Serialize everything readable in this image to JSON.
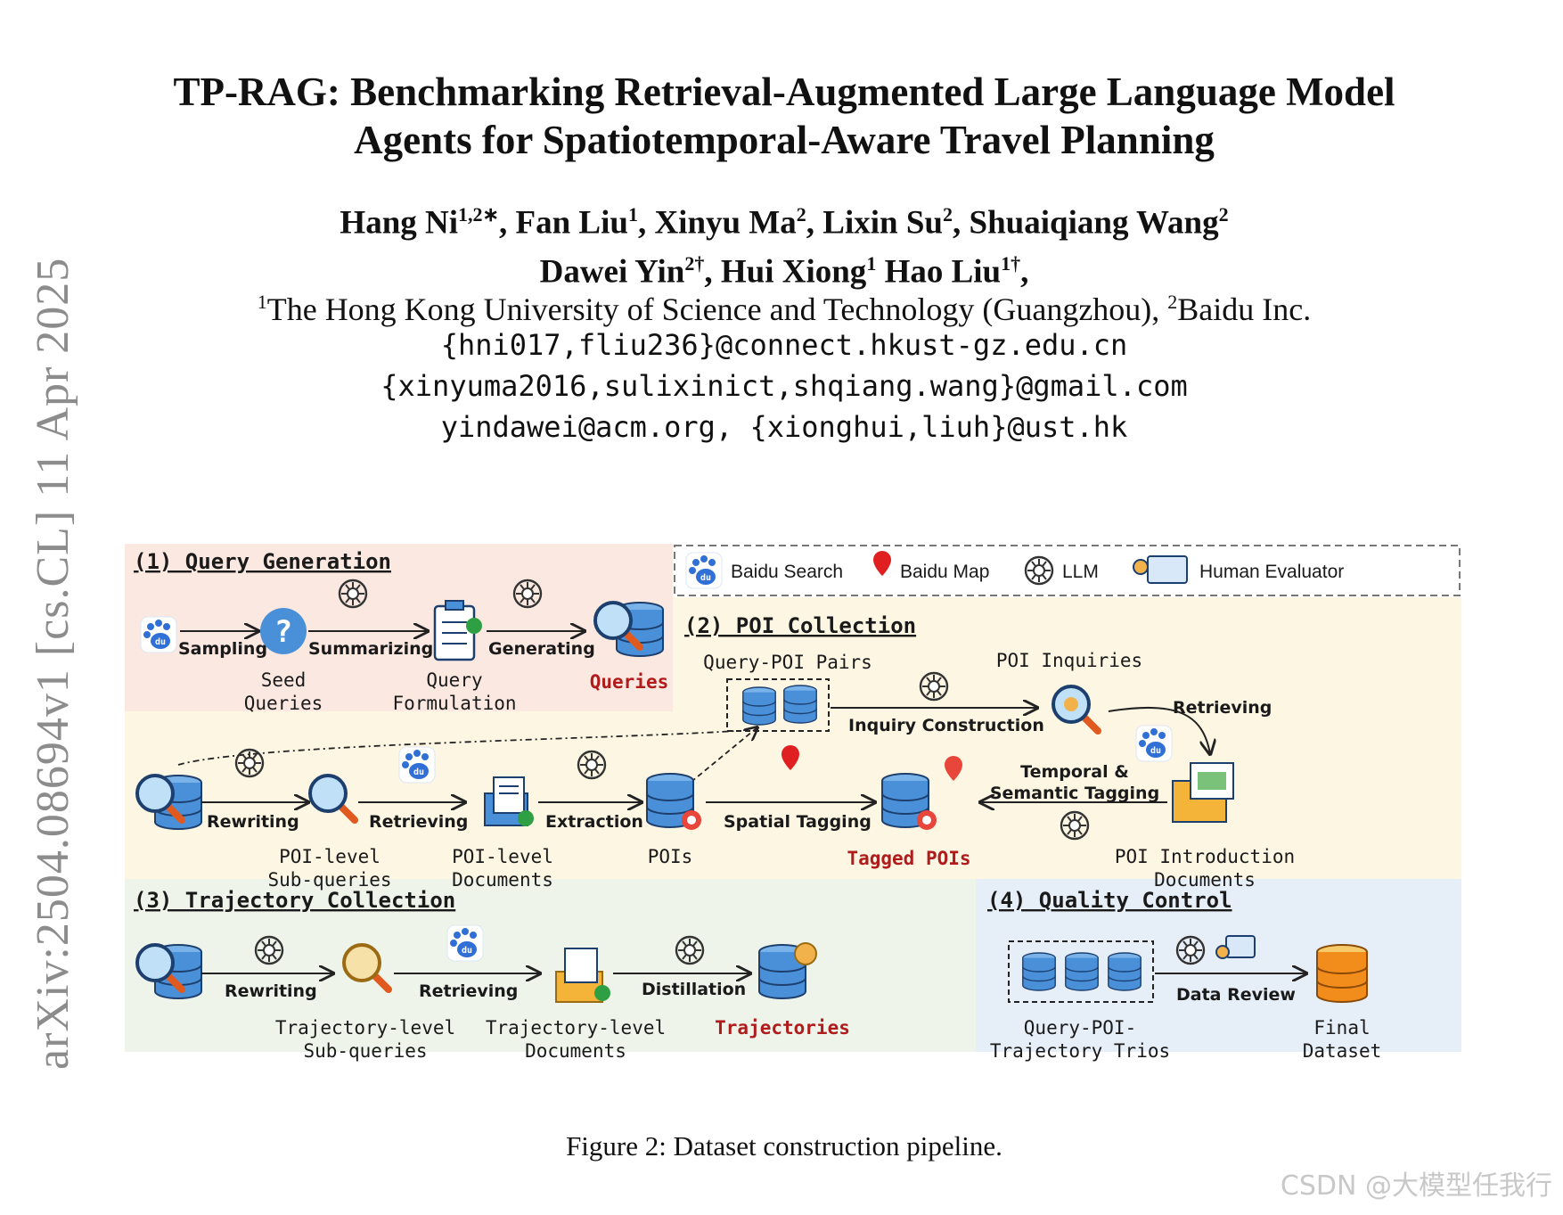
{
  "sidebar": {
    "arxiv_id": "arXiv:2504.08694v1  [cs.CL]  11 Apr 2025"
  },
  "paper": {
    "title_line1": "TP-RAG: Benchmarking Retrieval-Augmented Large Language Model",
    "title_line2": "Agents for Spatiotemporal-Aware Travel Planning",
    "authors_line1": [
      {
        "name": "Hang Ni",
        "sup": "1,2∗",
        "sep": ", "
      },
      {
        "name": "Fan Liu",
        "sup": "1",
        "sep": ", "
      },
      {
        "name": "Xinyu Ma",
        "sup": "2",
        "sep": ", "
      },
      {
        "name": "Lixin Su",
        "sup": "2",
        "sep": ", "
      },
      {
        "name": "Shuaiqiang Wang",
        "sup": "2",
        "sep": ""
      }
    ],
    "authors_line2": [
      {
        "name": "Dawei Yin",
        "sup": "2†",
        "sep": ", "
      },
      {
        "name": "Hui Xiong",
        "sup": "1",
        "sep": " "
      },
      {
        "name": "Hao Liu",
        "sup": "1†",
        "sep": ","
      }
    ],
    "affiliation": {
      "sup1": "1",
      "text1": "The Hong Kong University of Science and Technology (Guangzhou), ",
      "sup2": "2",
      "text2": "Baidu Inc."
    },
    "emails": [
      "{hni017,fliu236}@connect.hkust-gz.edu.cn",
      "{xinyuma2016,sulixinict,shqiang.wang}@gmail.com",
      "yindawei@acm.org, {xionghui,liuh}@ust.hk"
    ]
  },
  "figure": {
    "caption": "Figure 2: Dataset construction pipeline.",
    "legend": [
      "Baidu Search",
      "Baidu Map",
      "LLM",
      "Human Evaluator"
    ],
    "sections": {
      "s1": "(1) Query Generation",
      "s2": "(2) POI Collection",
      "s3": "(3) Trajectory Collection",
      "s4": "(4) Quality Control"
    },
    "s1": {
      "edges": [
        "Sampling",
        "Summarizing",
        "Generating"
      ],
      "nodes": [
        "Seed",
        "Queries",
        "Query",
        "Formulation",
        "Queries"
      ]
    },
    "s2": {
      "top_nodes": [
        "Query-POI Pairs",
        "POI Inquiries"
      ],
      "top_edges": [
        "Inquiry Construction",
        "Retrieving"
      ],
      "edges": [
        "Rewriting",
        "Retrieving",
        "Extraction",
        "Spatial Tagging",
        "Temporal &",
        "Semantic Tagging"
      ],
      "nodes": [
        "POI-level",
        "Sub-queries",
        "POI-level",
        "Documents",
        "POIs",
        "Tagged POIs",
        "POI Introduction",
        "Documents"
      ]
    },
    "s3": {
      "edges": [
        "Rewriting",
        "Retrieving",
        "Distillation"
      ],
      "nodes": [
        "Trajectory-level",
        "Sub-queries",
        "Trajectory-level",
        "Documents",
        "Trajectories"
      ]
    },
    "s4": {
      "edges": [
        "Data Review"
      ],
      "nodes": [
        "Query-POI-",
        "Trajectory Trios",
        "Final",
        "Dataset"
      ]
    },
    "colors": {
      "s1_bg": "#fbe9e1",
      "s2_bg": "#fdf6e3",
      "s3_bg": "#eef4ea",
      "s4_bg": "#e6eef8",
      "blue": "#4a90d9",
      "red_text": "#b01c1c"
    }
  },
  "watermark": "CSDN @大模型任我行"
}
